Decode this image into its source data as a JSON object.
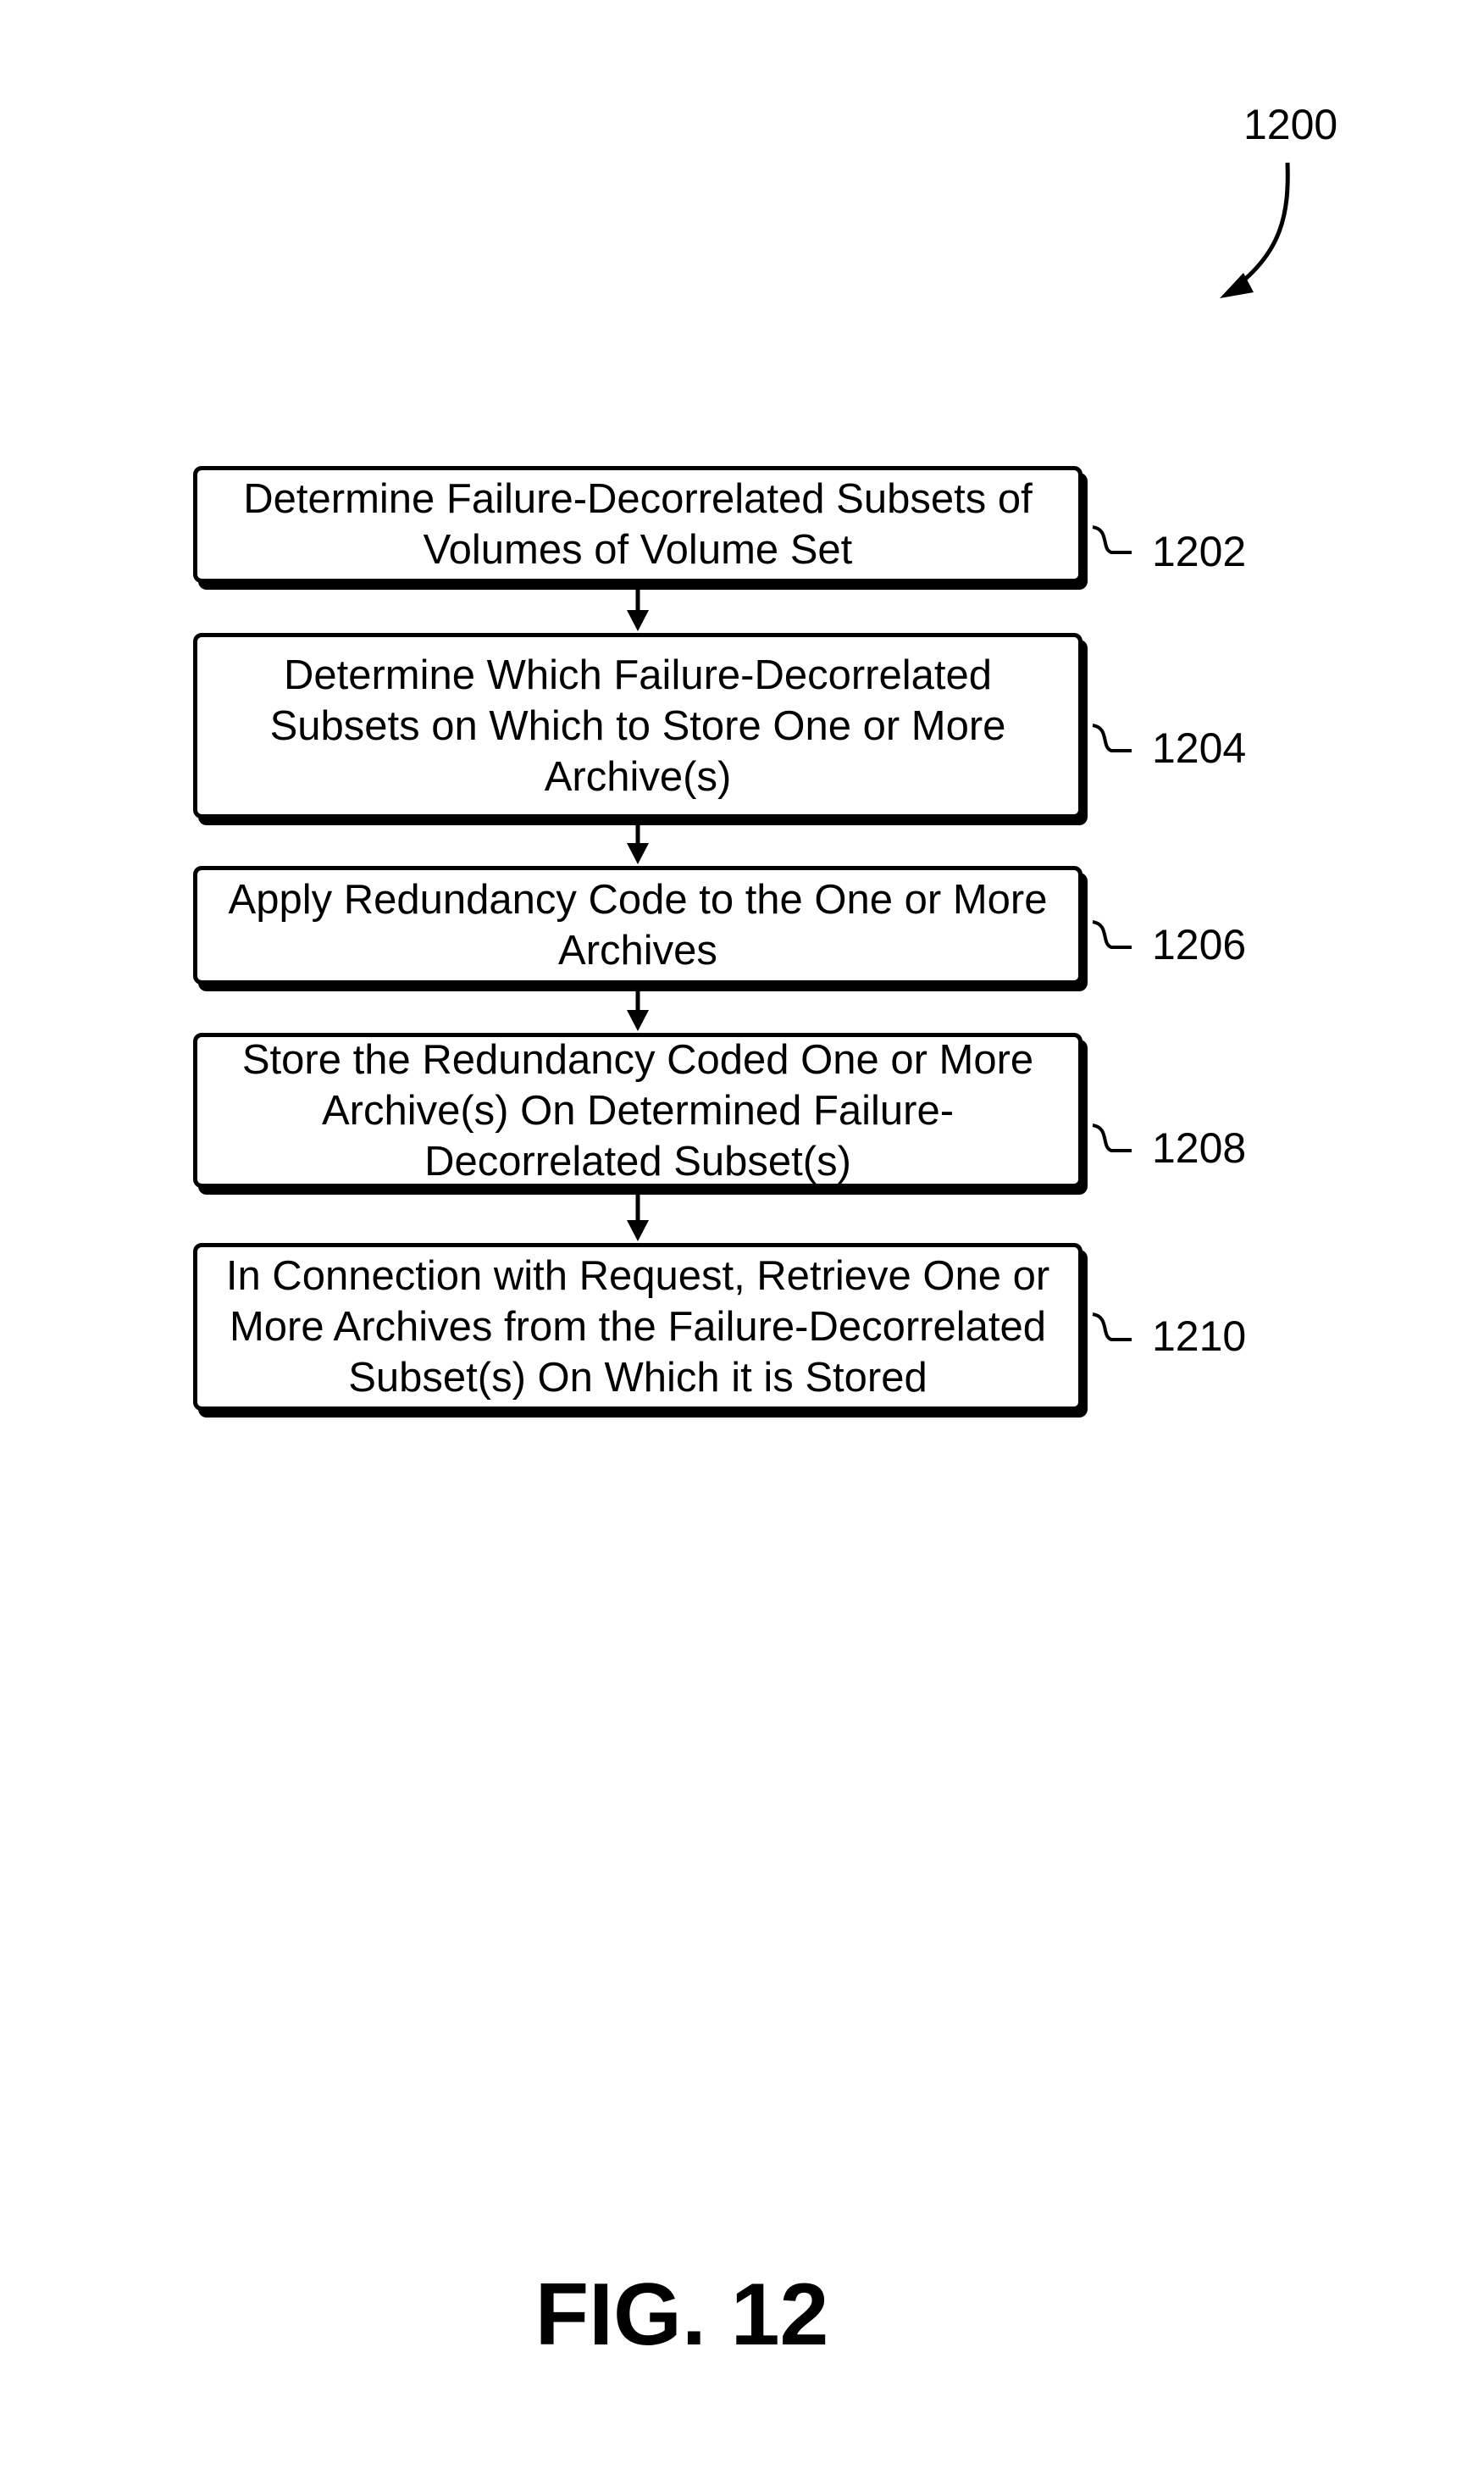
{
  "figure_ref": "1200",
  "steps": [
    {
      "ref": "1202",
      "text": "Determine Failure-Decorrelated Subsets of Volumes of Volume Set"
    },
    {
      "ref": "1204",
      "text": "Determine Which Failure-Decorrelated Subsets on Which to Store One or More Archive(s)"
    },
    {
      "ref": "1206",
      "text": "Apply Redundancy Code to the One or More Archives"
    },
    {
      "ref": "1208",
      "text": "Store the Redundancy Coded One or More Archive(s) On Determined Failure-Decorrelated Subset(s)"
    },
    {
      "ref": "1210",
      "text": "In Connection with Request, Retrieve One or More Archives from the Failure-Decorrelated Subset(s) On Which it is Stored"
    }
  ],
  "figure_label": "FIG. 12"
}
